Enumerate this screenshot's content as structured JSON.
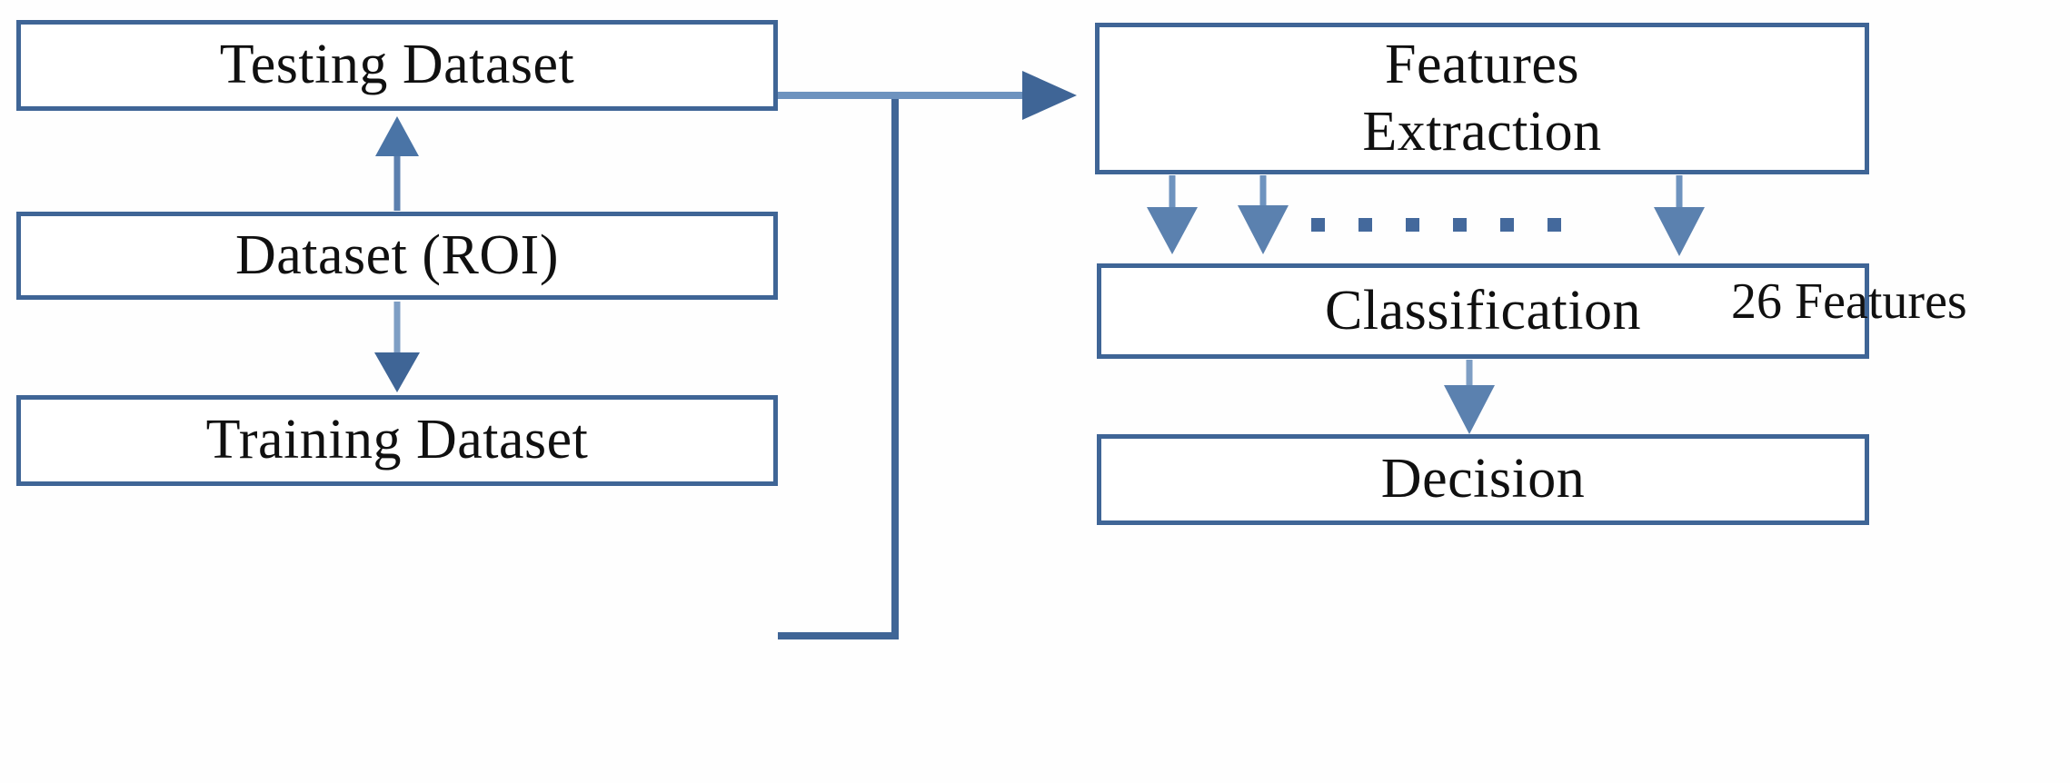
{
  "diagram": {
    "title": "Dataset processing and classification pipeline",
    "colors": {
      "box_border": "#3f6596",
      "arrow": "#5b7fae",
      "arrow_dark": "#3f6596",
      "text": "#101010",
      "background": "#ffffff"
    },
    "nodes": [
      {
        "id": "testing",
        "label": "Testing Dataset"
      },
      {
        "id": "dataset",
        "label": "Dataset (ROI)"
      },
      {
        "id": "training",
        "label": "Training Dataset"
      },
      {
        "id": "features",
        "label": "Features\nExtraction"
      },
      {
        "id": "classification",
        "label": "Classification"
      },
      {
        "id": "decision",
        "label": "Decision"
      }
    ],
    "annotations": {
      "features_count": "26 Features"
    },
    "edges": [
      {
        "id": "dataset-to-testing",
        "from": "dataset",
        "to": "testing",
        "style": "solid-arrow",
        "direction": "up"
      },
      {
        "id": "dataset-to-training",
        "from": "dataset",
        "to": "training",
        "style": "solid-arrow",
        "direction": "down"
      },
      {
        "id": "testing-to-features",
        "from": "testing",
        "to": "features",
        "style": "solid-arrow",
        "direction": "right"
      },
      {
        "id": "training-to-features",
        "from": "training",
        "to": "features",
        "style": "elbow",
        "direction": "right-up"
      },
      {
        "id": "features-to-classification-1",
        "from": "features",
        "to": "classification",
        "style": "solid-arrow",
        "direction": "down"
      },
      {
        "id": "features-to-classification-2",
        "from": "features",
        "to": "classification",
        "style": "solid-arrow",
        "direction": "down"
      },
      {
        "id": "features-to-classification-n",
        "from": "features",
        "to": "classification",
        "style": "solid-arrow",
        "direction": "down"
      },
      {
        "id": "features-ellipsis",
        "from": "features",
        "to": "classification",
        "style": "dotted",
        "direction": "horizontal"
      },
      {
        "id": "classification-to-decision",
        "from": "classification",
        "to": "decision",
        "style": "solid-arrow",
        "direction": "down"
      }
    ]
  }
}
